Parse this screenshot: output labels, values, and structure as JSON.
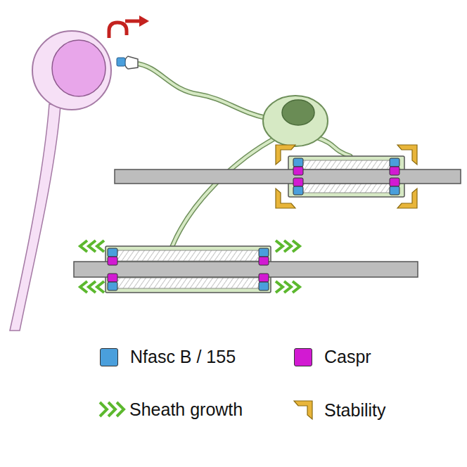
{
  "diagram": {
    "legend": [
      {
        "text": "Nfasc B / 155",
        "color": "#4a9fdc"
      },
      {
        "text": "Caspr",
        "color": "#d21ad2"
      },
      {
        "text": "Sheath growth"
      },
      {
        "text": "Stability"
      }
    ]
  }
}
